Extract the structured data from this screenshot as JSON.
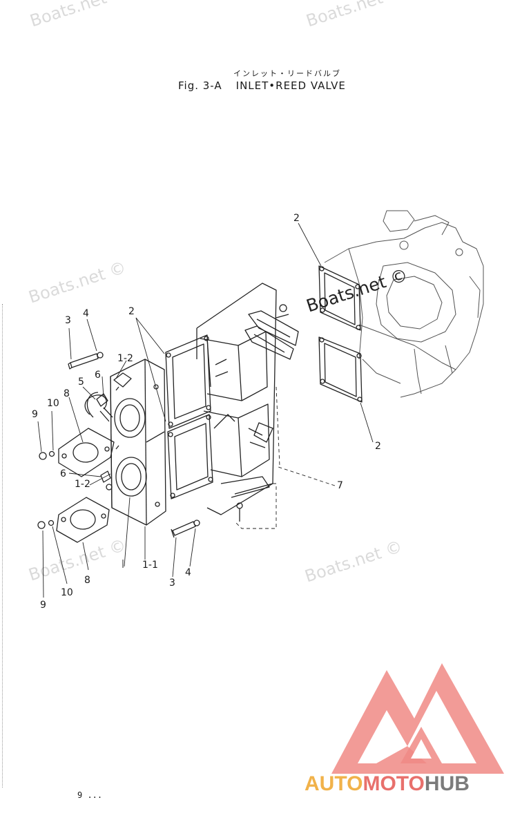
{
  "figure": {
    "jp_title": "インレット・リードバルブ",
    "fig_label": "Fig. 3-A",
    "title": "INLET•REED VALVE"
  },
  "watermarks": {
    "text": "Boats.net ©",
    "short": "Boats.net"
  },
  "callouts": [
    {
      "id": "c1",
      "text": "2"
    },
    {
      "id": "c2",
      "text": "3"
    },
    {
      "id": "c3",
      "text": "4"
    },
    {
      "id": "c4",
      "text": "2"
    },
    {
      "id": "c5",
      "text": "1-2"
    },
    {
      "id": "c6",
      "text": "6"
    },
    {
      "id": "c7",
      "text": "5"
    },
    {
      "id": "c8",
      "text": "8"
    },
    {
      "id": "c9",
      "text": "10"
    },
    {
      "id": "c10",
      "text": "9"
    },
    {
      "id": "c11",
      "text": "2"
    },
    {
      "id": "c12",
      "text": "6"
    },
    {
      "id": "c13",
      "text": "1-2"
    },
    {
      "id": "c14",
      "text": "7"
    },
    {
      "id": "c15",
      "text": "4"
    },
    {
      "id": "c16",
      "text": "1-1"
    },
    {
      "id": "c17",
      "text": "3"
    },
    {
      "id": "c18",
      "text": "8"
    },
    {
      "id": "c19",
      "text": "10"
    },
    {
      "id": "c20",
      "text": "9"
    }
  ],
  "page_number": "9 ...",
  "logo": {
    "part1": "AUTO",
    "part2": "MOTO",
    "part3": "HUB",
    "colors": {
      "auto": "#f1b24a",
      "moto": "#e8706c",
      "hub": "#7b7b7b",
      "triangle": "#f08a85"
    }
  }
}
